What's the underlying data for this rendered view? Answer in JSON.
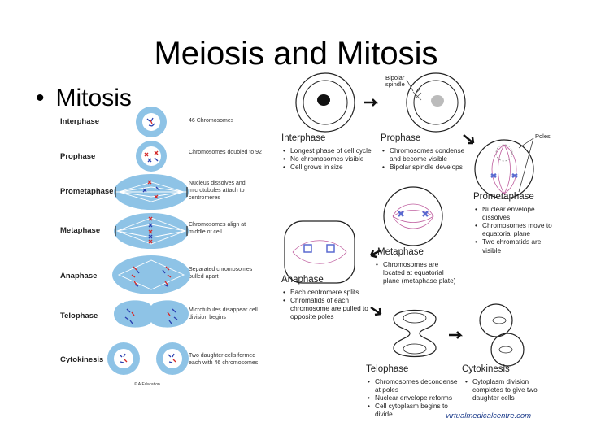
{
  "title": "Meiosis and Mitosis",
  "bullet": "Mitosis",
  "left_diagram": {
    "stages": [
      {
        "name": "Interphase",
        "desc": "46 Chromosomes"
      },
      {
        "name": "Prophase",
        "desc": "Chromosomes doubled to 92"
      },
      {
        "name": "Prometaphase",
        "desc": "Nucleus dissolves and microtubules attach to centromeres"
      },
      {
        "name": "Metaphase",
        "desc": "Chromosomes align at middle of cell"
      },
      {
        "name": "Anaphase",
        "desc": "Separated chromosomes pulled apart"
      },
      {
        "name": "Telophase",
        "desc": "Microtubules disappear cell division begins"
      },
      {
        "name": "Cytokinesis",
        "desc": "Two daughter cells formed each with 46 chromosomes"
      }
    ],
    "credit": "© A.Education"
  },
  "right_diagram": {
    "spindle_label": "Bipolar spindle",
    "poles_label": "Poles",
    "interphase": {
      "label": "Interphase",
      "points": [
        "Longest phase of cell cycle",
        "No chromosomes visible",
        "Cell grows in size"
      ]
    },
    "prophase": {
      "label": "Prophase",
      "points": [
        "Chromosomes condense and become visible",
        "Bipolar spindle develops"
      ]
    },
    "prometaphase": {
      "label": "Prometaphase",
      "points": [
        "Nuclear envelope dissolves",
        "Chromosomes move to equatorial plane",
        "Two chromatids are visible"
      ]
    },
    "metaphase": {
      "label": "Metaphase",
      "points": [
        "Chromosomes are located at equatorial plane (metaphase plate)"
      ]
    },
    "anaphase": {
      "label": "Anaphase",
      "points": [
        "Each centromere splits",
        "Chromatids of each chromosome are pulled to opposite poles"
      ]
    },
    "telophase": {
      "label": "Telophase",
      "points": [
        "Chromosomes decondense at poles",
        "Nuclear envelope reforms",
        "Cell cytoplasm begins to divide"
      ]
    },
    "cytokinesis": {
      "label": "Cytokinesis",
      "points": [
        "Cytoplasm division completes to give two daughter cells"
      ]
    },
    "logo": "virtualmedicalcentre.com"
  },
  "colors": {
    "cell_fill": "#8ec3e6",
    "chrom_blue": "#2a3fb0",
    "chrom_red": "#d42a2a",
    "spindle": "#c060a0"
  }
}
